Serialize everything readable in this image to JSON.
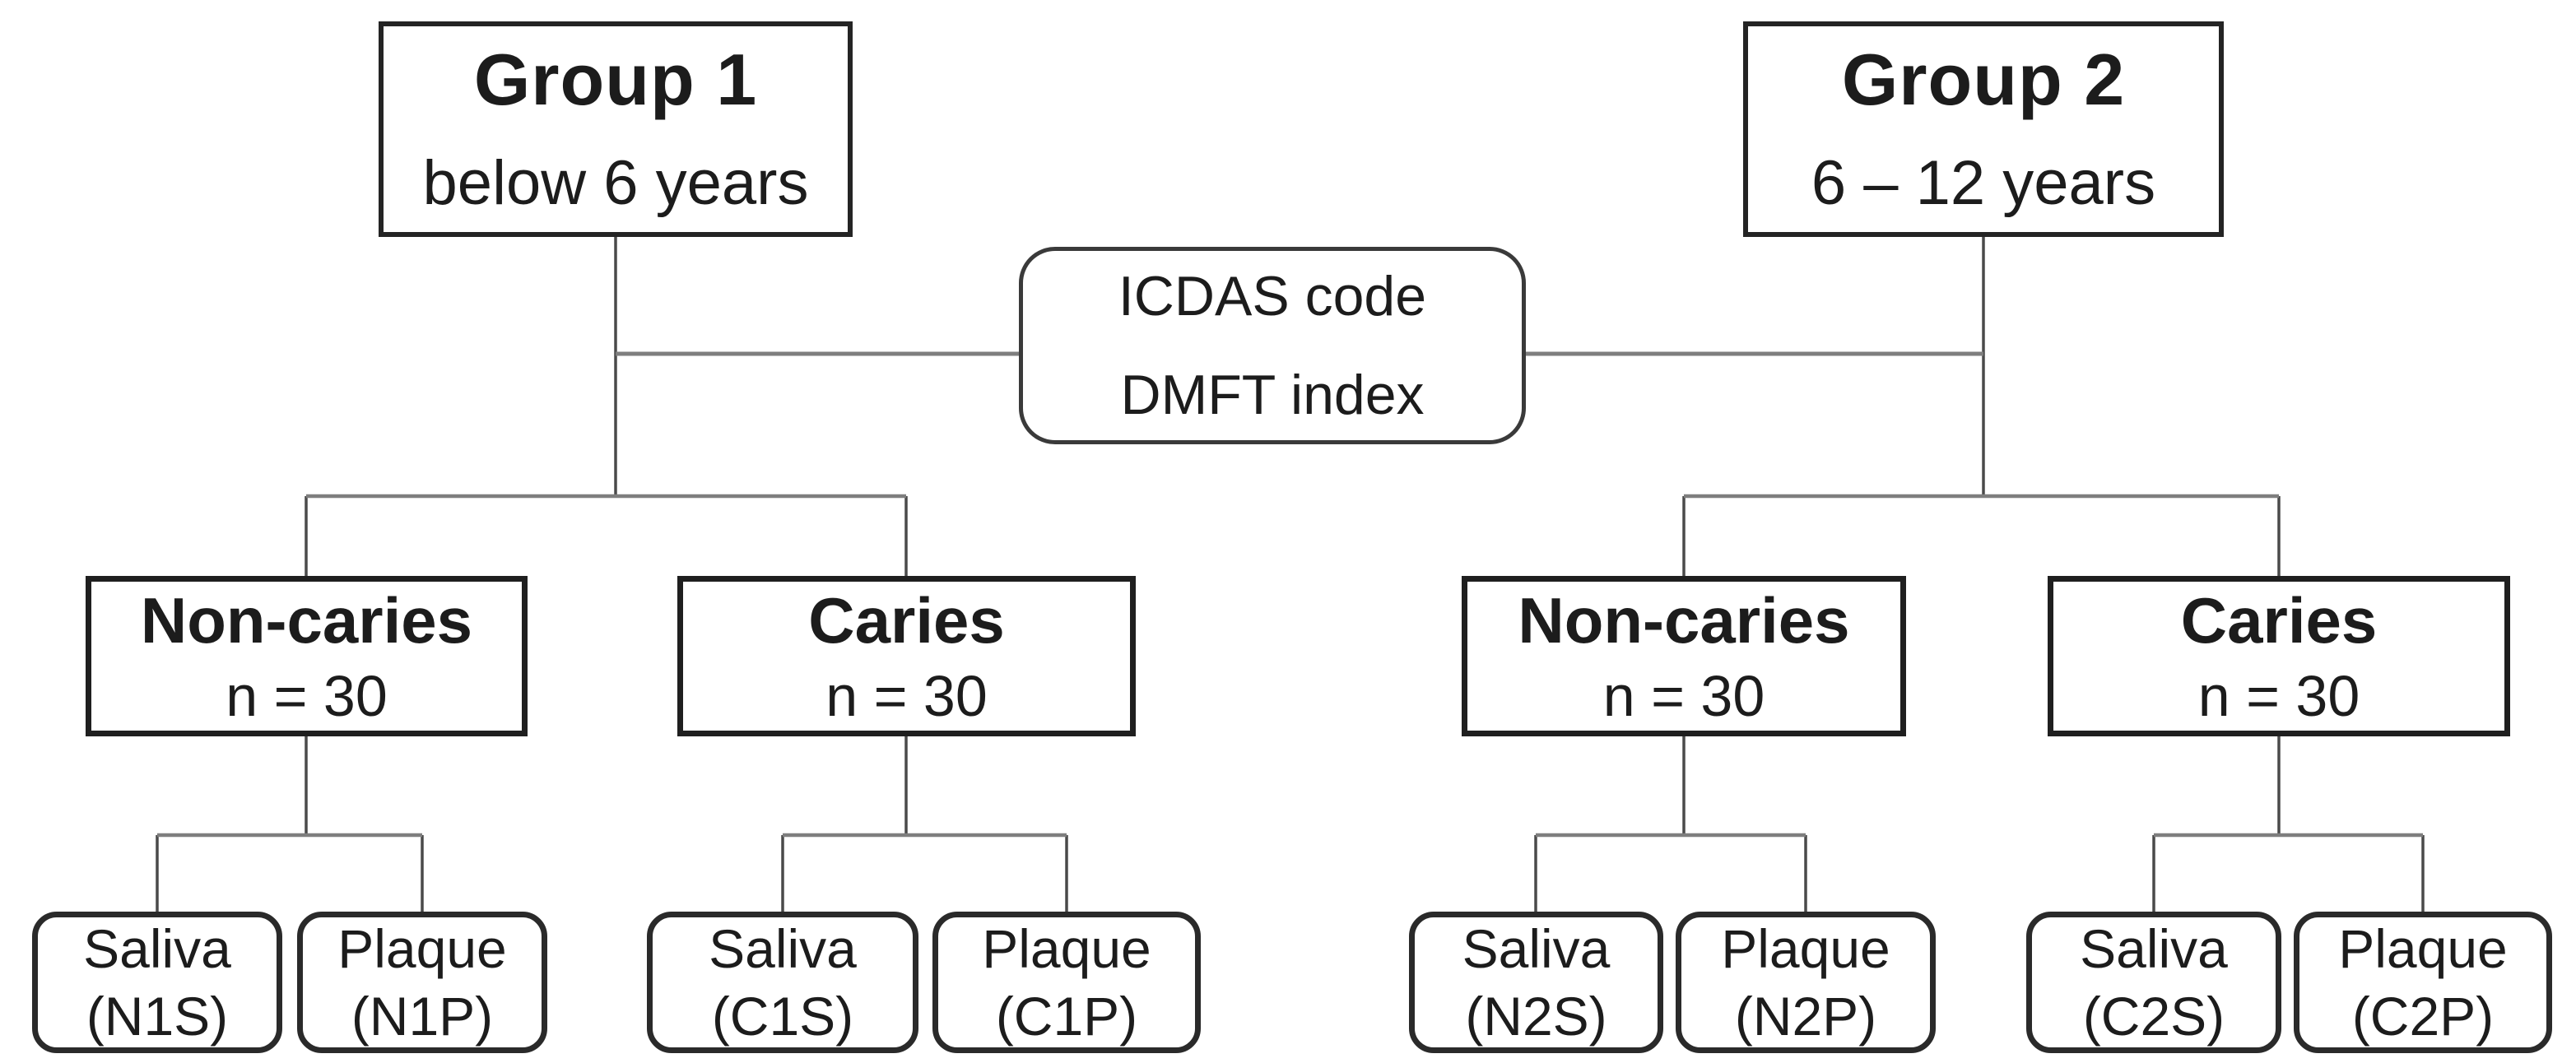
{
  "diagram": {
    "group1": {
      "title": "Group 1",
      "subtitle": "below 6 years"
    },
    "group2": {
      "title": "Group 2",
      "subtitle": "6 – 12 years"
    },
    "assessment": {
      "line1": "ICDAS code",
      "line2": "DMFT index"
    },
    "cohorts": {
      "g1_noncaries": {
        "title": "Non-caries",
        "count": "n = 30"
      },
      "g1_caries": {
        "title": "Caries",
        "count": "n = 30"
      },
      "g2_noncaries": {
        "title": "Non-caries",
        "count": "n = 30"
      },
      "g2_caries": {
        "title": "Caries",
        "count": "n = 30"
      }
    },
    "samples": {
      "n1s": {
        "type": "Saliva",
        "code": "(N1S)"
      },
      "n1p": {
        "type": "Plaque",
        "code": "(N1P)"
      },
      "c1s": {
        "type": "Saliva",
        "code": "(C1S)"
      },
      "c1p": {
        "type": "Plaque",
        "code": "(C1P)"
      },
      "n2s": {
        "type": "Saliva",
        "code": "(N2S)"
      },
      "n2p": {
        "type": "Plaque",
        "code": "(N2P)"
      },
      "c2s": {
        "type": "Saliva",
        "code": "(C2S)"
      },
      "c2p": {
        "type": "Plaque",
        "code": "(C2P)"
      }
    },
    "colors": {
      "background": "#ffffff",
      "box_border": "#242424",
      "text": "#1c1c1c",
      "connector_vertical": "#4a4a4a",
      "connector_horizontal": "#7e7e7e"
    }
  }
}
